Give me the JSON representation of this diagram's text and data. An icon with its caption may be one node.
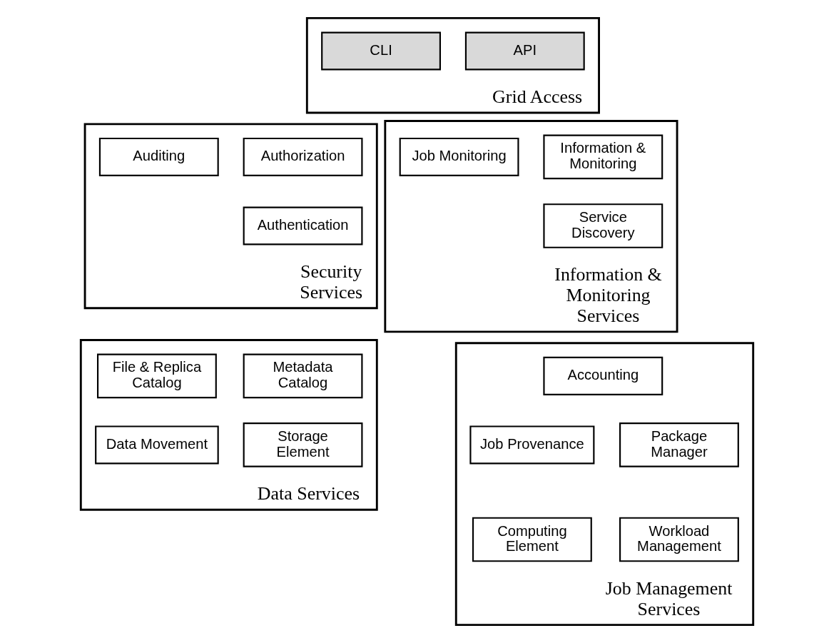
{
  "diagram": {
    "nodes": [
      {
        "text": [
          "Grid Access"
        ]
      },
      {
        "text": [
          "CLI"
        ],
        "in": 0
      },
      {
        "text": [
          "API"
        ],
        "in": 0
      },
      {
        "text": [
          "Security Services"
        ]
      },
      {
        "text": [
          "Authorization"
        ],
        "in": 3
      },
      {
        "text": [
          "Auditing"
        ],
        "in": 3
      },
      {
        "text": [
          "Authentication"
        ],
        "in": 3
      },
      {
        "text": [
          "Information & Monitoring Services"
        ]
      },
      {
        "text": [
          "Information & Monitoring"
        ],
        "in": 7
      },
      {
        "text": [
          "Job Monitoring"
        ],
        "in": 7
      },
      {
        "text": [
          "Service Discovery"
        ],
        "in": 7
      },
      {
        "text": [
          "Data Services"
        ]
      },
      {
        "text": [
          "Metadata Catalog"
        ],
        "in": 11
      },
      {
        "text": [
          "File & Replica Catalog"
        ],
        "in": 11
      },
      {
        "text": [
          "Storage Element"
        ],
        "in": 11
      },
      {
        "text": [
          "Data Movement"
        ],
        "in": 11
      },
      {
        "text": [
          "Job Management Services"
        ]
      },
      {
        "text": [
          "Accounting"
        ],
        "in": 16
      },
      {
        "text": [
          "Job Provenance"
        ],
        "in": 16
      },
      {
        "text": [
          "Package Manager"
        ],
        "in": 16
      },
      {
        "text": [
          "Computing Element"
        ],
        "in": 16
      },
      {
        "text": [
          "Workload Management"
        ],
        "in": 16
      }
    ]
  }
}
